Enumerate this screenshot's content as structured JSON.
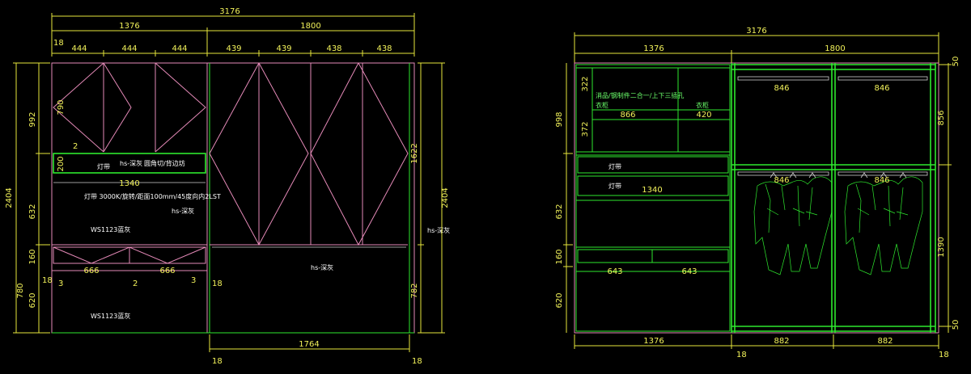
{
  "front": {
    "overall_width": "3176",
    "left_width": "1376",
    "right_width": "1800",
    "edge_18": "18",
    "top_cols": [
      "444",
      "444",
      "444",
      "439",
      "439",
      "438",
      "438"
    ],
    "height_total": "2404",
    "left_heights": [
      "992",
      "632",
      "780"
    ],
    "inner_heights": [
      "790",
      "200",
      "632",
      "160",
      "620"
    ],
    "right_heights": [
      "1622",
      "782"
    ],
    "height_2404_right": "2404",
    "shelf_width": "1340",
    "drawer_widths": [
      "666",
      "666"
    ],
    "gaps": [
      "3",
      "2",
      "3",
      "2"
    ],
    "bottom_width": "1764",
    "labels": {
      "light": "灯带",
      "hs1": "hs-深灰",
      "profile": "圆角切/背边坊",
      "light_spec": "灯带  3000K/旋转/距面100mm/45度向内2LST",
      "hs2": "hs-深灰",
      "ws1": "WS1123蓝灰",
      "ws2": "WS1123蓝灰",
      "hs3": "hs-深灰",
      "hs_side": "hs-深灰"
    }
  },
  "section": {
    "overall_width": "3176",
    "left_width": "1376",
    "right_width": "1800",
    "top_right": "50",
    "left_heights": [
      "322",
      "372",
      "632",
      "160",
      "620"
    ],
    "left_total": "998",
    "right_heights": [
      "856",
      "1390"
    ],
    "bottom_right": "50",
    "shelf_widths": [
      "866",
      "420"
    ],
    "shelf_width_1340": "1340",
    "drawer_widths": [
      "643",
      "643"
    ],
    "rail_widths": [
      "846",
      "846"
    ],
    "bottom_widths": [
      "1376",
      "882",
      "882"
    ],
    "edge_18": "18",
    "labels": {
      "fitting": "消品/钢制件二合一/上下三插孔",
      "wardrobe": "衣柜",
      "other": "衣柜",
      "light1": "灯带",
      "light2": "灯带"
    }
  },
  "colors": {
    "dimension": "#f2f25a",
    "cabinet_outline": "#2ee82e",
    "door_panel": "#e58ab8",
    "annotation": "#ffffff",
    "background": "#000000"
  }
}
